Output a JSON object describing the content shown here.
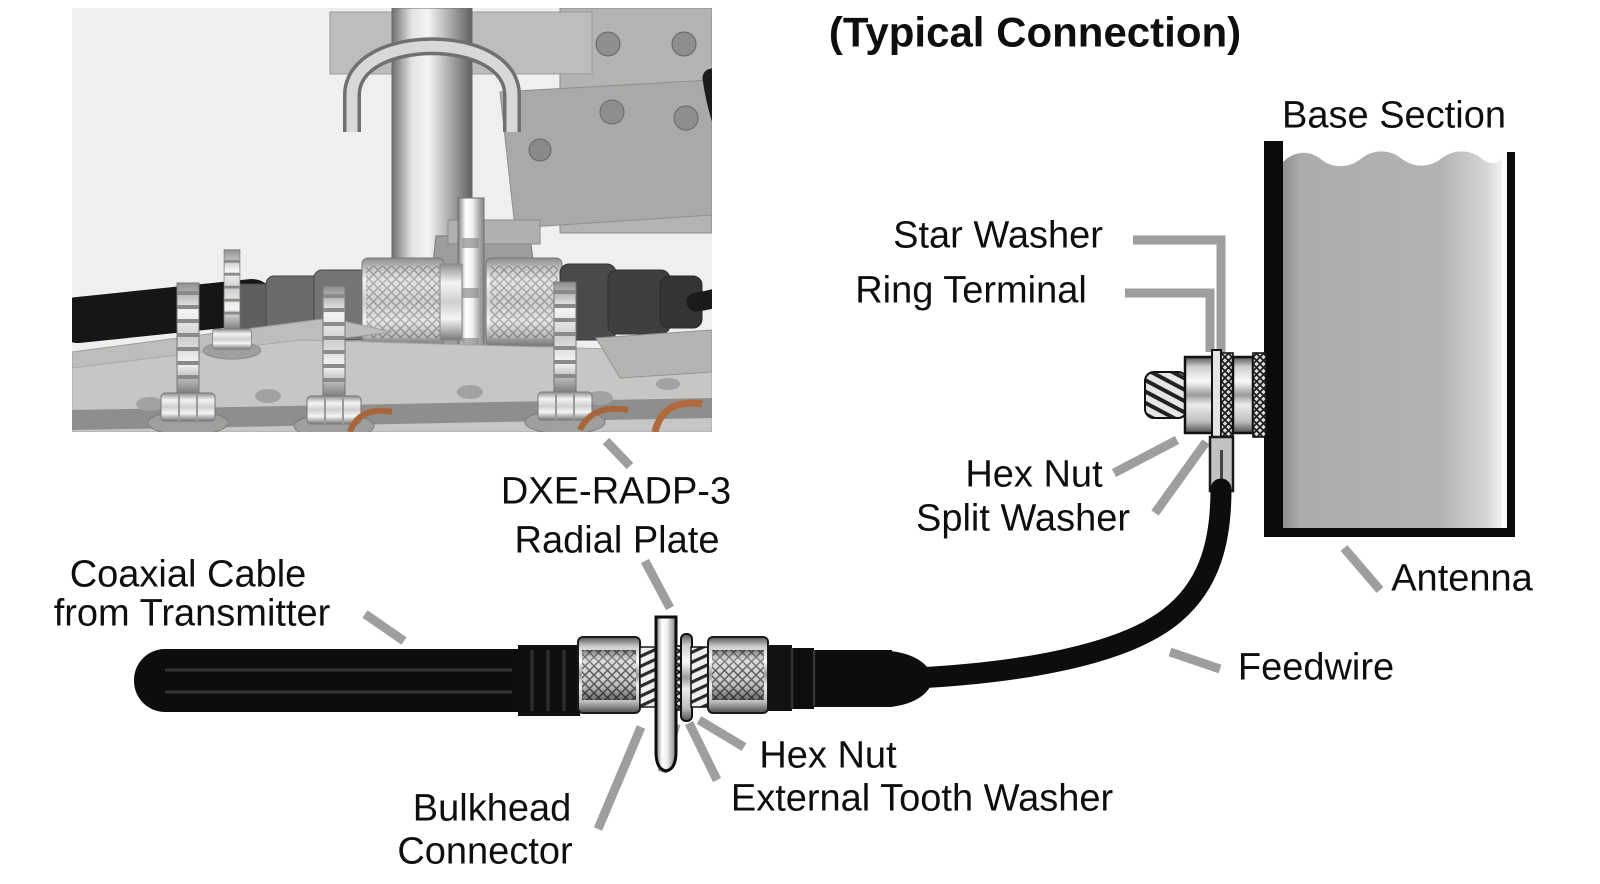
{
  "title": "(Typical Connection)",
  "labels": {
    "base_section": "Base Section",
    "star_washer": "Star Washer",
    "ring_terminal": "Ring Terminal",
    "hex_nut_upper": "Hex Nut",
    "split_washer": "Split Washer",
    "antenna": "Antenna",
    "feedwire": "Feedwire",
    "coaxial_line1": "Coaxial Cable",
    "coaxial_line2": "from Transmitter",
    "radial_plate_line1": "DXE-RADP-3",
    "radial_plate_line2": "Radial Plate",
    "bulkhead_line1": "Bulkhead",
    "bulkhead_line2": "Connector",
    "hex_nut_lower": "Hex Nut",
    "external_tooth_washer": "External Tooth Washer"
  },
  "colors": {
    "background": "#ffffff",
    "label_text": "#0e0e0e",
    "leader_line": "#9e9e9e",
    "base_section_fill": "#b1b1b1",
    "cable_black": "#0d0d0d",
    "metal_light": "#e8e8e8"
  }
}
